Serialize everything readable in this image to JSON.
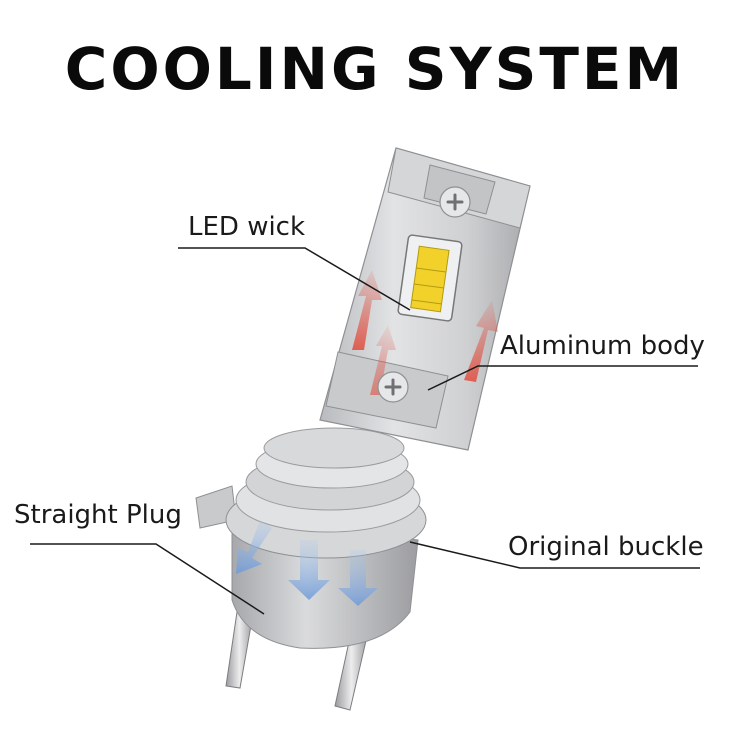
{
  "title": "COOLING SYSTEM",
  "callouts": {
    "led_wick": "LED wick",
    "aluminum_body": "Aluminum body",
    "straight_plug": "Straight Plug",
    "original_buckle": "Original buckle"
  },
  "colors": {
    "title": "#0a0a0a",
    "label": "#1a1a1a",
    "body": "#c8c9cb",
    "led_chip": "#f2d22a",
    "heat_arrows": "#d9443a",
    "airflow_arrows": "#8fb6e6"
  }
}
